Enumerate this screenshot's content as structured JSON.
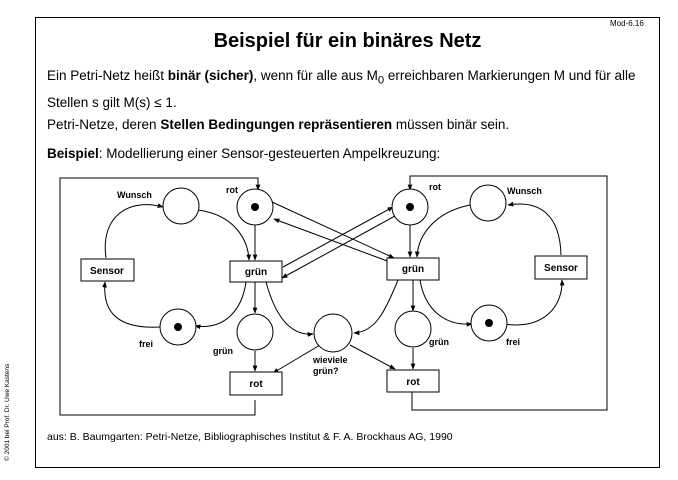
{
  "slide_id": "Mod-6.16",
  "title": "Beispiel für ein binäres Netz",
  "para1": {
    "t1": "Ein Petri-Netz heißt ",
    "bold": "binär (sicher)",
    "t2": ", wenn für alle aus M",
    "sub": "0",
    "t3": " erreichbaren Markierungen M und für alle Stellen s gilt M(s) ≤ 1."
  },
  "para2": {
    "t1": "Petri-Netze, deren ",
    "bold": "Stellen Bedingungen repräsentieren",
    "t2": " müssen binär sein."
  },
  "para3": {
    "bold": "Beispiel",
    "t1": ": Modellierung einer Sensor-gesteuerten Ampelkreuzung:"
  },
  "diagram": {
    "places": {
      "wunsch_left": "Wunsch",
      "rot_left": "rot",
      "frei_left": "frei",
      "gruen_left": "grün",
      "wieviele_1": "wieviele",
      "wieviele_2": "grün?",
      "rot_right": "rot",
      "wunsch_right": "Wunsch",
      "gruen_right": "grün",
      "frei_right": "frei"
    },
    "transitions": {
      "sensor_left": "Sensor",
      "gruen_left": "grün",
      "rot_left": "rot",
      "gruen_right": "grün",
      "sensor_right": "Sensor",
      "rot_right": "rot"
    },
    "tokens": [
      "rot_left",
      "frei_left",
      "rot_right",
      "frei_right"
    ]
  },
  "source": "aus: B. Baumgarten: Petri-Netze, Bibliographisches Institut & F. A. Brockhaus AG, 1990",
  "copyright": "© 2001 bei Prof. Dr. Uwe Kastens"
}
